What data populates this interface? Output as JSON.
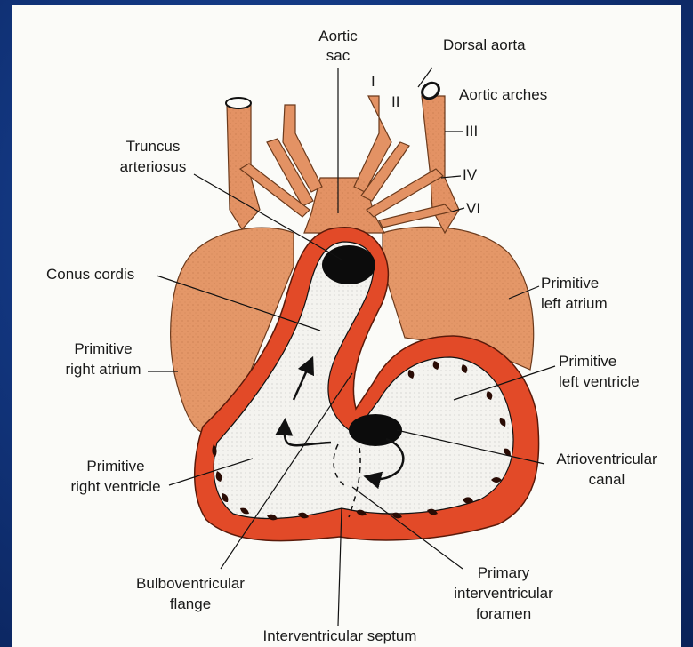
{
  "colors": {
    "vessel_fill": "#e39264",
    "atrium_fill": "#e49768",
    "wall_red": "#e24a28",
    "lumen": "#f4f3ef",
    "dark": "#111111"
  },
  "labels": {
    "aortic_sac_1": "Aortic",
    "aortic_sac_2": "sac",
    "dorsal_aorta": "Dorsal aorta",
    "arch_I": "I",
    "arch_II": "II",
    "aortic_arches": "Aortic arches",
    "arch_III": "III",
    "arch_IV": "IV",
    "arch_VI": "VI",
    "truncus_1": "Truncus",
    "truncus_2": "arteriosus",
    "conus": "Conus cordis",
    "prim_left_atrium_1": "Primitive",
    "prim_left_atrium_2": "left atrium",
    "prim_right_atrium_1": "Primitive",
    "prim_right_atrium_2": "right atrium",
    "prim_left_ventricle_1": "Primitive",
    "prim_left_ventricle_2": "left ventricle",
    "prim_right_ventricle_1": "Primitive",
    "prim_right_ventricle_2": "right ventricle",
    "av_canal_1": "Atrioventricular",
    "av_canal_2": "canal",
    "bulbo_1": "Bulboventricular",
    "bulbo_2": "flange",
    "piv_1": "Primary",
    "piv_2": "interventricular",
    "piv_3": "foramen",
    "iv_septum": "Interventricular septum"
  }
}
